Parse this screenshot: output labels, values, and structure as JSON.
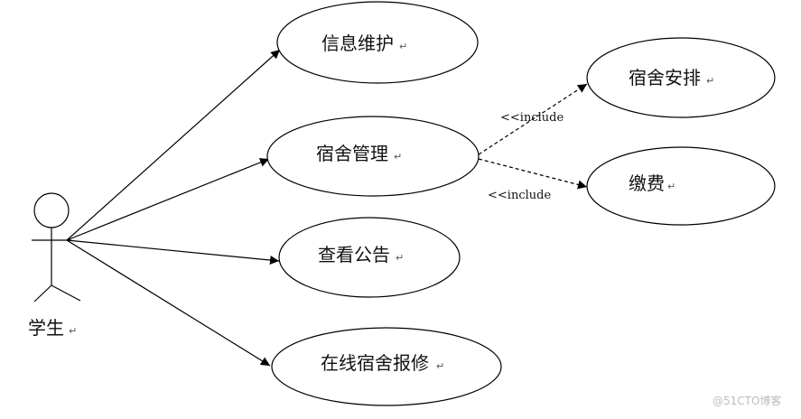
{
  "actor": {
    "label": "学生"
  },
  "use_cases": {
    "info": {
      "label": "信息维护"
    },
    "dorm_manage": {
      "label": "宿舍管理"
    },
    "notice": {
      "label": "查看公告"
    },
    "repair": {
      "label": "在线宿舍报修"
    },
    "arrange": {
      "label": "宿舍安排"
    },
    "pay": {
      "label": "缴费"
    }
  },
  "relations": {
    "include_top": "<<include",
    "include_bottom": "<<include"
  },
  "para_mark": "↵",
  "watermark": "@51CTO博客"
}
